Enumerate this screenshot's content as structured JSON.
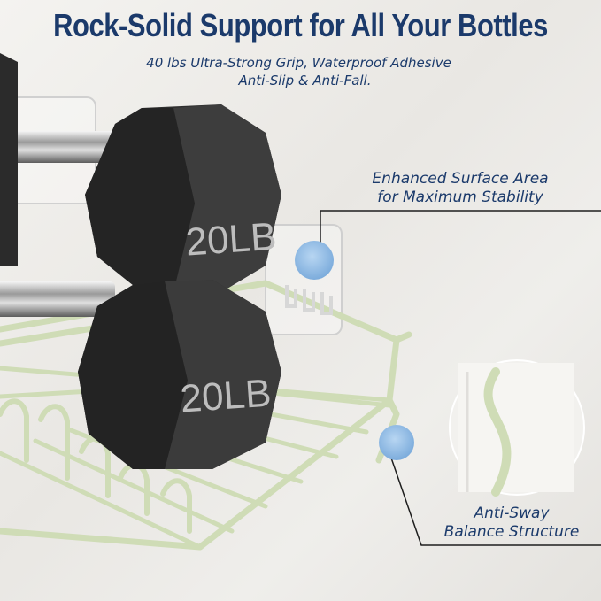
{
  "headline": "Rock-Solid Support for All Your Bottles",
  "subheadline": {
    "line1": "40 lbs Ultra-Strong Grip, Waterproof Adhesive",
    "line2": "Anti-Slip & Anti-Fall."
  },
  "dumbbells": {
    "top_label": "20LB",
    "bottom_label": "20LB"
  },
  "callouts": {
    "surface_line1": "Enhanced Surface Area",
    "surface_line2": "for Maximum Stability",
    "sway_line1": "Anti-Sway",
    "sway_line2": "Balance Structure"
  },
  "colors": {
    "headline": "#1b3a6b",
    "rack": "#cfdcb6",
    "dumbbell": "#2a2a2a",
    "marker": "#8fbbe4"
  }
}
